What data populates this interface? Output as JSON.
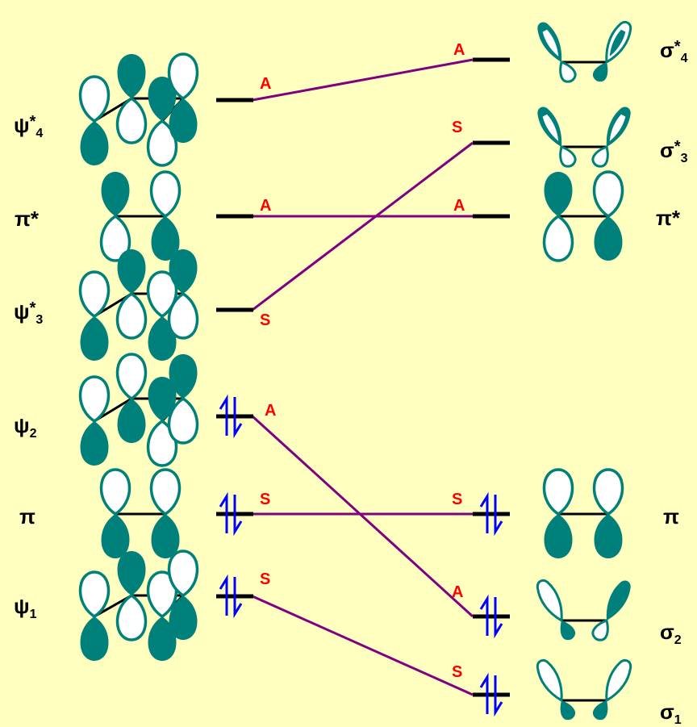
{
  "colors": {
    "background": "#FFFFC0",
    "lobe": "#00807A",
    "correlation_line": "#800080",
    "electron_arrow": "#0000FF",
    "symmetry": "#FF0000",
    "level": "#000000"
  },
  "left_levels": {
    "psi4": {
      "base": "ψ",
      "star": "*",
      "sub": "4",
      "symmetry": "A"
    },
    "pistar": {
      "label": "π*",
      "symmetry": "A"
    },
    "psi3": {
      "base": "ψ",
      "star": "*",
      "sub": "3",
      "symmetry": "S"
    },
    "psi2": {
      "base": "ψ",
      "sub": "2",
      "symmetry": "A"
    },
    "pi": {
      "label": "π",
      "symmetry": "S"
    },
    "psi1": {
      "base": "ψ",
      "sub": "1",
      "symmetry": "S"
    }
  },
  "right_levels": {
    "sigma4": {
      "base": "σ",
      "star": "*",
      "sub": "4",
      "symmetry": "A"
    },
    "sigma3": {
      "base": "σ",
      "star": "*",
      "sub": "3",
      "symmetry": "S"
    },
    "pistar": {
      "label": "π*",
      "symmetry": "A"
    },
    "pi": {
      "label": "π",
      "symmetry": "S"
    },
    "sigma2": {
      "base": "σ",
      "sub": "2",
      "symmetry": "A"
    },
    "sigma1": {
      "base": "σ",
      "sub": "1",
      "symmetry": "S"
    }
  }
}
